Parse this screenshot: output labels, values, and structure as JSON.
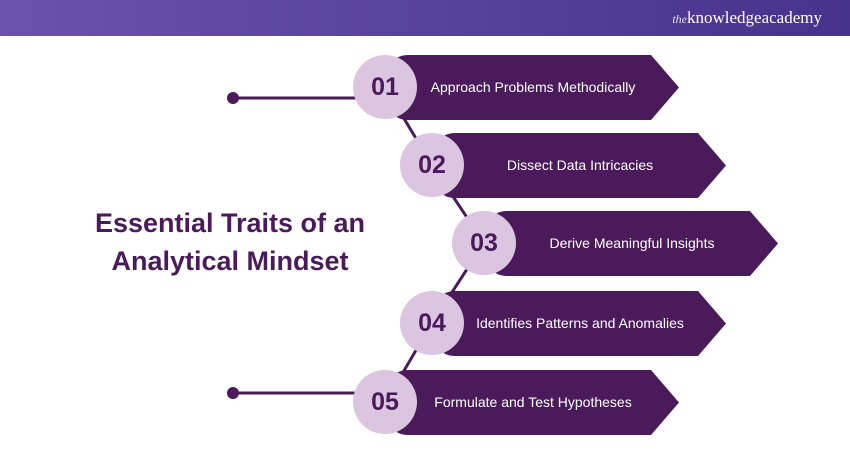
{
  "header": {
    "logo_prefix": "the",
    "logo_text": "knowledgeacademy"
  },
  "title": {
    "line1": "Essential Traits of an",
    "line2": "Analytical Mindset"
  },
  "colors": {
    "banner": "#4a1a5a",
    "circle": "#dbc5e0",
    "header": "#5a41a0"
  },
  "items": [
    {
      "number": "01",
      "text": "Approach Problems Methodically"
    },
    {
      "number": "02",
      "text": "Dissect Data Intricacies"
    },
    {
      "number": "03",
      "text": "Derive Meaningful Insights"
    },
    {
      "number": "04",
      "text": "Identifies Patterns and Anomalies"
    },
    {
      "number": "05",
      "text": "Formulate and Test Hypotheses"
    }
  ]
}
